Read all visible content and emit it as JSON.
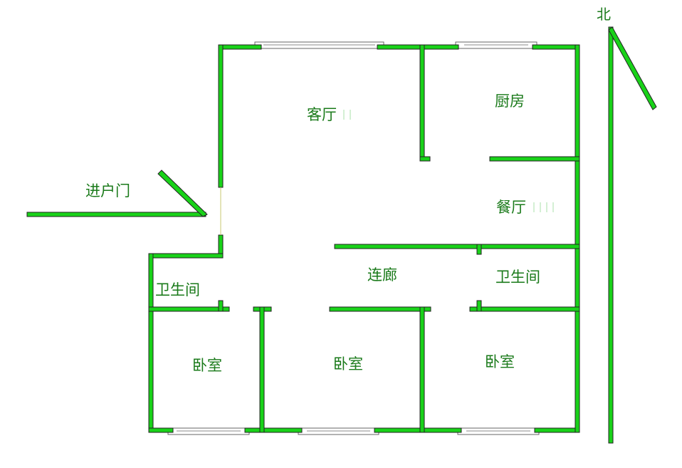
{
  "labels": {
    "living_room": "客厅",
    "kitchen": "厨房",
    "dining_room": "餐厅",
    "corridor": "连廊",
    "bathroom_west": "卫生间",
    "bathroom_east": "卫生间",
    "bedroom_west": "卧室",
    "bedroom_middle": "卧室",
    "bedroom_east": "卧室",
    "entrance": "进户门",
    "north": "北"
  },
  "colors": {
    "wall": "#19d219",
    "text": "#1a7a1a"
  }
}
